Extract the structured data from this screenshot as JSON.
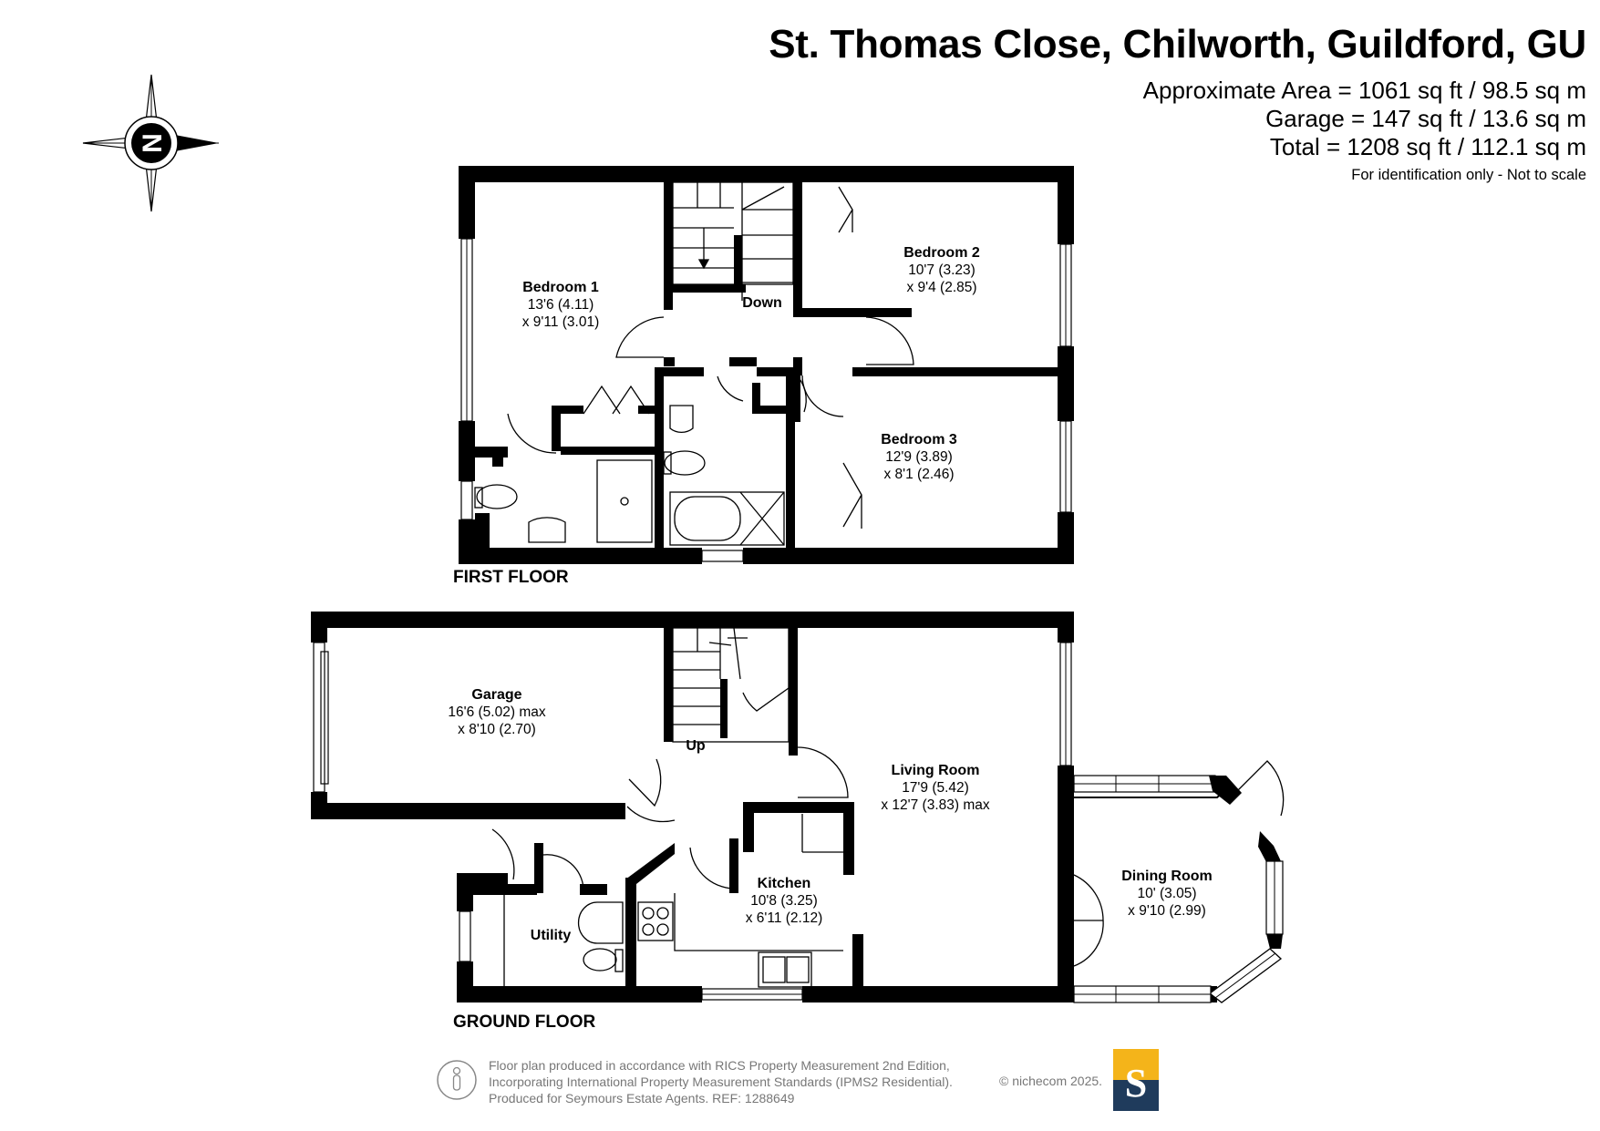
{
  "header": {
    "title": "St. Thomas Close, Chilworth, Guildford, GU",
    "area_lines": [
      "Approximate Area = 1061 sq ft / 98.5 sq m",
      "Garage = 147 sq ft / 13.6 sq m",
      "Total = 1208  sq ft / 112.1 sq m"
    ],
    "note": "For identification only - Not to scale"
  },
  "compass": {
    "letter": "N",
    "icon": "compass-rose-icon"
  },
  "floors": {
    "first": {
      "label": "FIRST FLOOR",
      "rooms": [
        {
          "name": "Bedroom 1",
          "dims": [
            "13'6 (4.11)",
            "x 9'11 (3.01)"
          ]
        },
        {
          "name": "Bedroom 2",
          "dims": [
            "10'7 (3.23)",
            "x 9'4 (2.85)"
          ]
        },
        {
          "name": "Bedroom 3",
          "dims": [
            "12'9 (3.89)",
            "x 8'1 (2.46)"
          ]
        }
      ],
      "stairs_label": "Down"
    },
    "ground": {
      "label": "GROUND FLOOR",
      "rooms": [
        {
          "name": "Garage",
          "dims": [
            "16'6 (5.02) max",
            "x 8'10 (2.70)"
          ]
        },
        {
          "name": "Living Room",
          "dims": [
            "17'9 (5.42)",
            "x 12'7 (3.83) max"
          ]
        },
        {
          "name": "Dining Room",
          "dims": [
            "10' (3.05)",
            "x 9'10 (2.99)"
          ]
        },
        {
          "name": "Kitchen",
          "dims": [
            "10'8 (3.25)",
            "x 6'11 (2.12)"
          ]
        },
        {
          "name": "Utility",
          "dims": []
        }
      ],
      "stairs_label": "Up"
    }
  },
  "footer": {
    "lines": [
      "Floor plan produced in accordance with RICS Property Measurement 2nd Edition,",
      "Incorporating International Property Measurement Standards (IPMS2 Residential).",
      "Produced for Seymours Estate Agents.   REF: 1288649"
    ],
    "copyright": "© nichecom 2025.",
    "logo_letter": "S",
    "colors": {
      "logo_navy": "#1f3b5c",
      "logo_gold": "#f4b41a"
    }
  }
}
